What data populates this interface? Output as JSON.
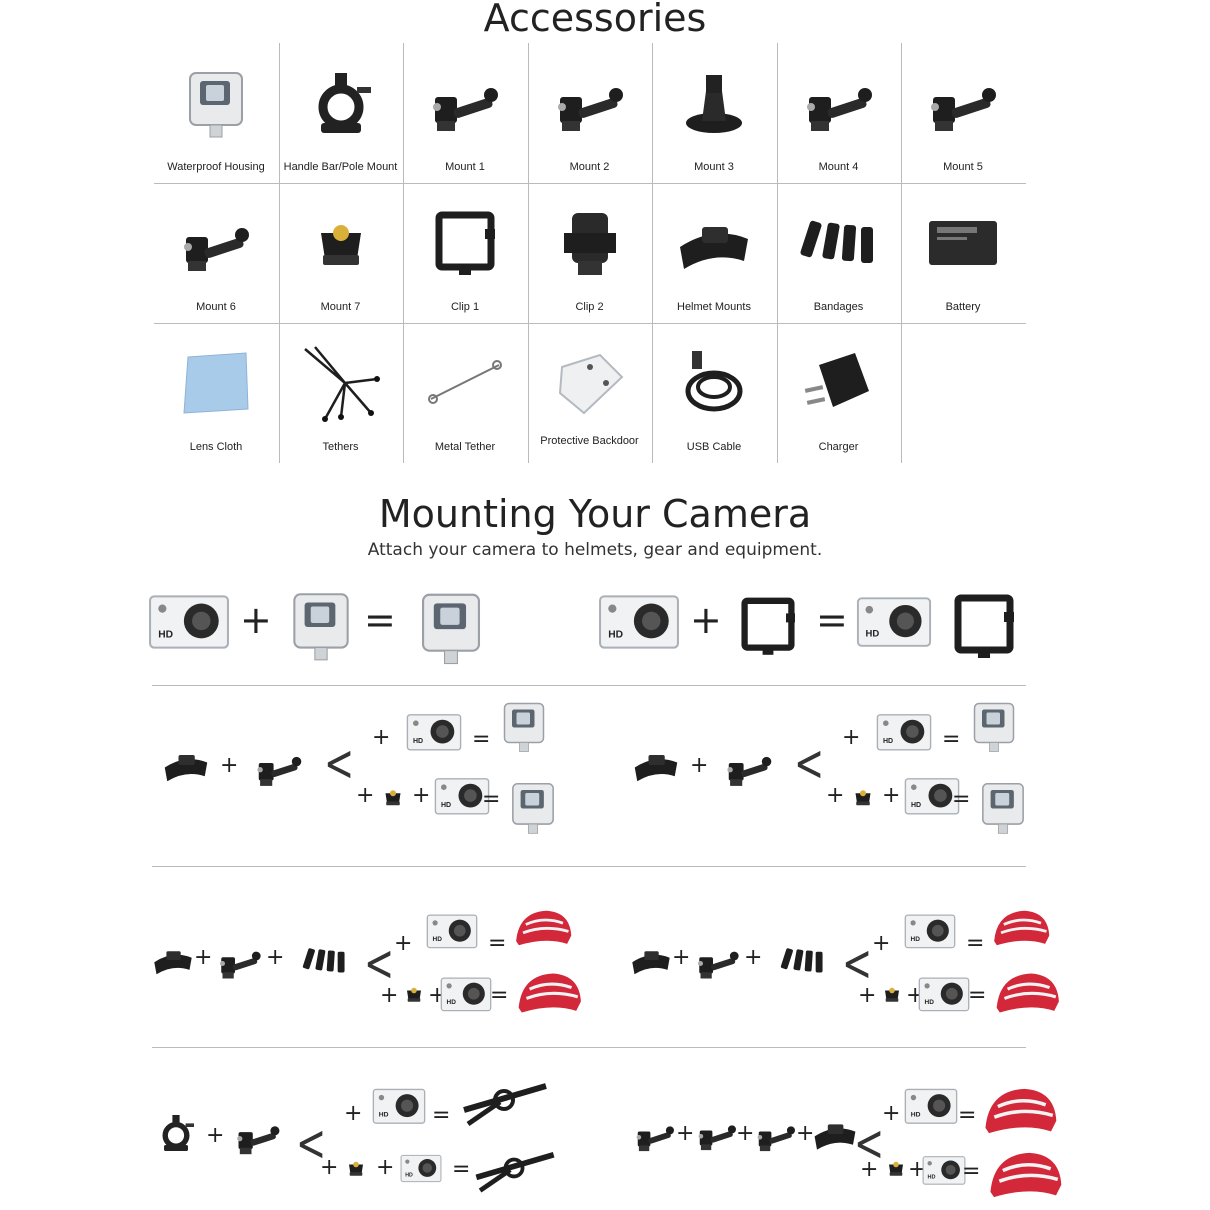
{
  "accessories": {
    "title": "Accessories",
    "items": [
      {
        "label": "Waterproof Housing",
        "icon": "waterproof-housing-icon"
      },
      {
        "label": "Handle Bar/Pole Mount",
        "icon": "handlebar-mount-icon"
      },
      {
        "label": "Mount 1",
        "icon": "mount-icon"
      },
      {
        "label": "Mount 2",
        "icon": "mount-icon"
      },
      {
        "label": "Mount 3",
        "icon": "tripod-mount-icon"
      },
      {
        "label": "Mount 4",
        "icon": "mount-icon"
      },
      {
        "label": "Mount 5",
        "icon": "mount-icon"
      },
      {
        "label": "Mount 6",
        "icon": "mount-icon"
      },
      {
        "label": "Mount 7",
        "icon": "screw-adapter-icon"
      },
      {
        "label": "Clip 1",
        "icon": "frame-clip-icon"
      },
      {
        "label": "Clip 2",
        "icon": "belt-clip-icon"
      },
      {
        "label": "Helmet Mounts",
        "icon": "helmet-mount-pad-icon"
      },
      {
        "label": "Bandages",
        "icon": "bandages-icon"
      },
      {
        "label": "Battery",
        "icon": "battery-icon"
      },
      {
        "label": "Lens Cloth",
        "icon": "lens-cloth-icon"
      },
      {
        "label": "Tethers",
        "icon": "tethers-icon"
      },
      {
        "label": "Metal Tether",
        "icon": "metal-tether-icon"
      },
      {
        "label": "Protective Backdoor",
        "icon": "backdoor-icon"
      },
      {
        "label": "USB Cable",
        "icon": "usb-cable-icon"
      },
      {
        "label": "Charger",
        "icon": "charger-icon"
      }
    ]
  },
  "mounting": {
    "title": "Mounting Your Camera",
    "subtitle": "Attach your camera to helmets, gear and equipment."
  },
  "symbols": {
    "plus": "+",
    "equals": "=",
    "branch": "<"
  },
  "colors": {
    "text": "#222222",
    "divider": "#bbbbbb",
    "helmet": "#d2283a",
    "cloth": "#a9cbea"
  }
}
